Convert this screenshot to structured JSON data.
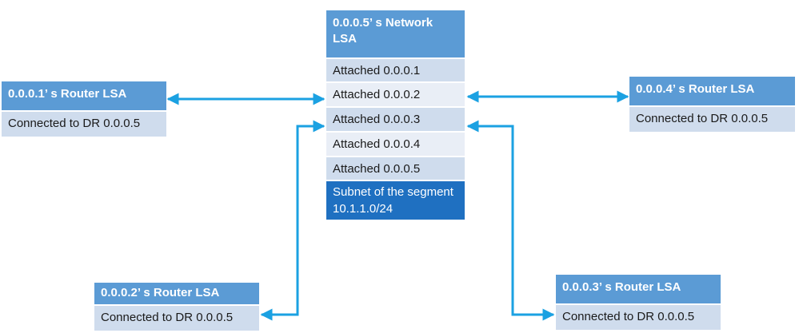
{
  "network_lsa": {
    "title": "0.0.0.5’ s Network LSA",
    "rows": [
      "Attached 0.0.0.1",
      "Attached 0.0.0.2",
      "Attached 0.0.0.3",
      "Attached 0.0.0.4",
      "Attached 0.0.0.5"
    ],
    "subnet": "Subnet of the segment 10.1.1.0/24"
  },
  "router_lsas": [
    {
      "title": "0.0.0.1’ s Router LSA",
      "row": "Connected to DR 0.0.0.5"
    },
    {
      "title": "0.0.0.4’ s Router LSA",
      "row": "Connected to DR 0.0.0.5"
    },
    {
      "title": "0.0.0.2’ s Router LSA",
      "row": "Connected to DR 0.0.0.5"
    },
    {
      "title": "0.0.0.3’ s Router LSA",
      "row": "Connected to DR 0.0.0.5"
    }
  ],
  "colors": {
    "header": "#5b9bd5",
    "row_dark": "#cfdced",
    "row_light": "#e9eef6",
    "subnet": "#1f70c1",
    "arrow": "#1ba1e2"
  }
}
